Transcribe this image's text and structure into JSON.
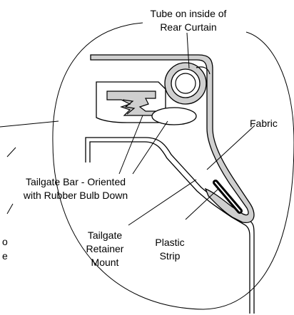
{
  "labels": {
    "tube": "Tube on inside of\nRear Curtain",
    "fabric": "Fabric",
    "tailgate_bar": "Tailgate Bar - Oriented\nwith Rubber Bulb Down",
    "retainer_mount": "Tailgate\nRetainer\nMount",
    "plastic_strip": "Plastic\nStrip",
    "edge_fragment_1": "o",
    "edge_fragment_2": "e"
  },
  "colors": {
    "part_fill": "#cfcfcf",
    "line": "#000000",
    "background": "#ffffff"
  }
}
